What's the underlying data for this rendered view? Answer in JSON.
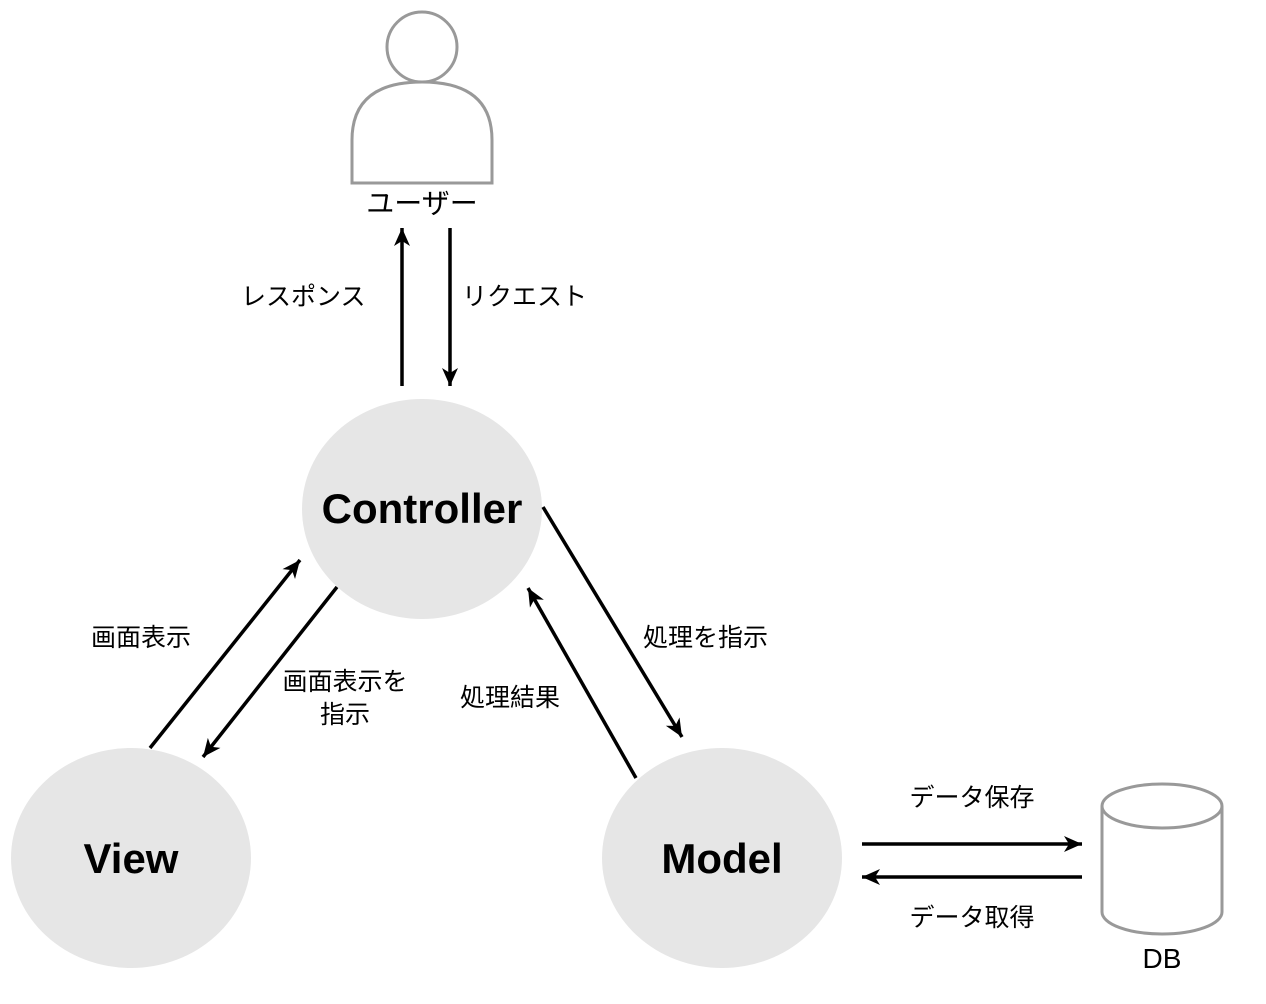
{
  "nodes": {
    "controller": "Controller",
    "view": "View",
    "model": "Model"
  },
  "user_label": "ユーザー",
  "db_label": "DB",
  "edges": {
    "response": "レスポンス",
    "request": "リクエスト",
    "display": "画面表示",
    "instruct_display_line1": "画面表示を",
    "instruct_display_line2": "指示",
    "process_result": "処理結果",
    "instruct_process": "処理を指示",
    "data_save": "データ保存",
    "data_fetch": "データ取得"
  },
  "colors": {
    "node_fill": "#e6e6e6",
    "outline": "#999999",
    "arrow": "#000000"
  }
}
